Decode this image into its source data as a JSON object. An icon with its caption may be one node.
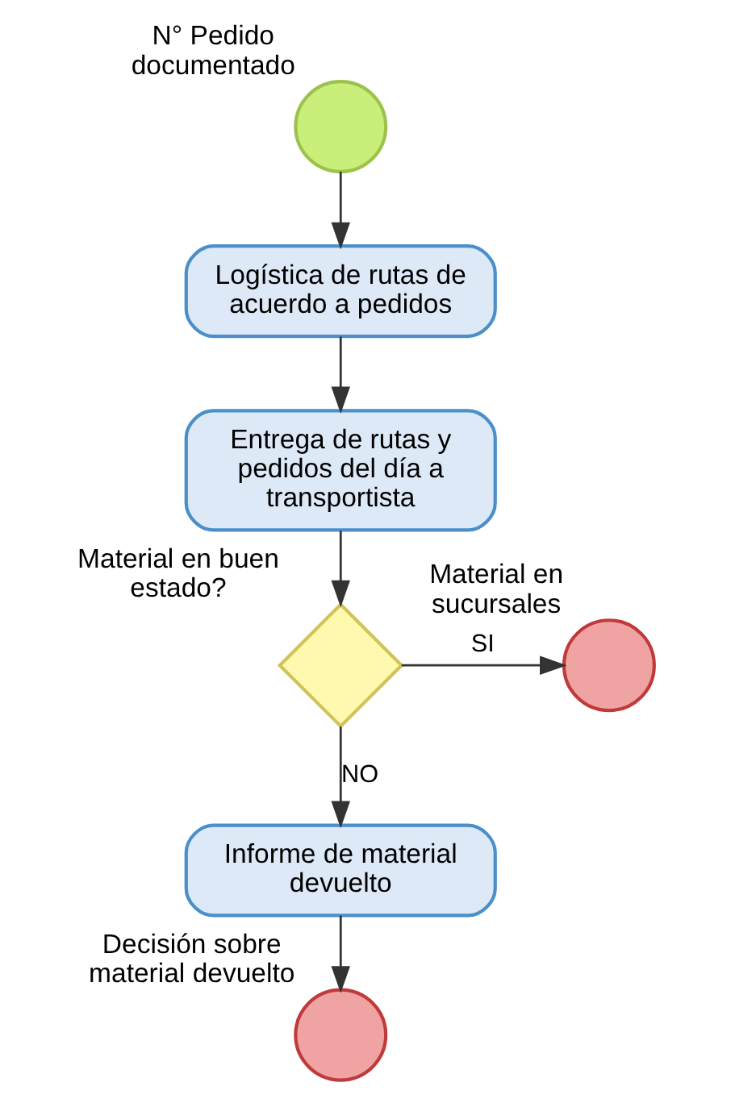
{
  "diagram": {
    "nodes": [
      {
        "text": [],
        "shape": "circle",
        "beside": [
          "N° Pedido documentado"
        ]
      },
      {
        "text": [
          "Logística de rutas de acuerdo a pedidos"
        ]
      },
      {
        "text": [
          "Entrega de rutas y pedidos del día a transportista"
        ]
      },
      {
        "text": [],
        "shape": "diamond",
        "beside": [
          "Material en buen estado?"
        ]
      },
      {
        "text": [],
        "shape": "circle",
        "beside": [
          "Material en sucursales"
        ]
      },
      {
        "text": [
          "Informe de material devuelto"
        ]
      },
      {
        "text": [],
        "shape": "circle",
        "beside": [
          "Decisión sobre material devuelto"
        ]
      }
    ],
    "edges": [
      {
        "from": 0,
        "to": 1,
        "arrow": "to"
      },
      {
        "from": 1,
        "to": 2,
        "arrow": "to"
      },
      {
        "from": 2,
        "to": 3,
        "arrow": "to"
      },
      {
        "from": 3,
        "to": 4,
        "arrow": "to",
        "label": "SI"
      },
      {
        "from": 3,
        "to": 5,
        "arrow": "to",
        "label": "NO"
      },
      {
        "from": 5,
        "to": 6,
        "arrow": "to"
      }
    ]
  }
}
